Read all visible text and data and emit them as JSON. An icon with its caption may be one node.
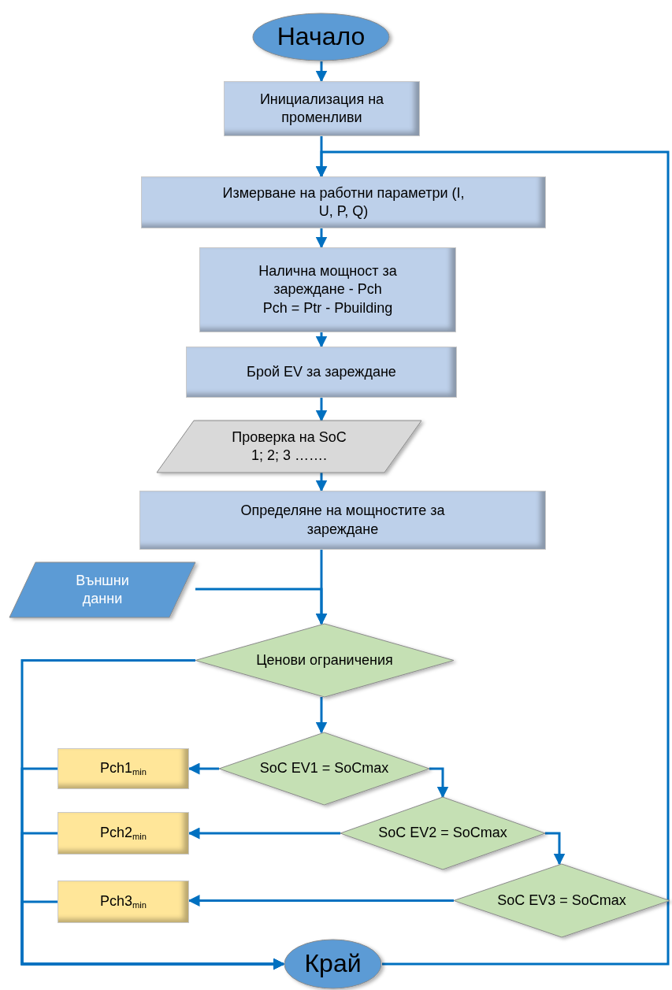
{
  "diagram": {
    "nodes": [
      {
        "text": [
          "Начало"
        ]
      },
      {
        "text": [
          "Инициализация на променливи"
        ]
      },
      {
        "text": [
          "Измерване на работни параметри (I, U, P, Q)"
        ]
      },
      {
        "text": [
          "Налична мощност за зареждане - Pch",
          "Pch = Ptr - Pbuilding"
        ]
      },
      {
        "text": [
          "Брой EV за зареждане"
        ]
      },
      {
        "text": [
          "Проверка на SoC 1; 2; 3 ……."
        ]
      },
      {
        "text": [
          "Определяне на мощностите за зареждане"
        ]
      },
      {
        "text": [
          "Външни данни"
        ]
      },
      {
        "text": [
          "Ценови ограничения"
        ]
      },
      {
        "text": [
          "SoC EV1 = SoCmax"
        ]
      },
      {
        "text": [
          "SoC EV2 = SoCmax"
        ]
      },
      {
        "text": [
          "SoC EV3 = SoCmax"
        ]
      },
      {
        "text": [
          "Pch1$_{min}$"
        ]
      },
      {
        "text": [
          "Pch2$_{min}$"
        ]
      },
      {
        "text": [
          "Pch3$_{min}$"
        ]
      },
      {
        "text": [
          "Край"
        ]
      }
    ],
    "edges": [
      {
        "from": 0,
        "to": 1,
        "arrow": "to"
      },
      {
        "from": 1,
        "to": 2,
        "arrow": "to"
      },
      {
        "from": 2,
        "to": 3,
        "arrow": "to"
      },
      {
        "from": 3,
        "to": 4,
        "arrow": "to"
      },
      {
        "from": 4,
        "to": 5,
        "arrow": "to"
      },
      {
        "from": 5,
        "to": 6,
        "arrow": "to"
      },
      {
        "from": 6,
        "to": 8,
        "arrow": "to"
      },
      {
        "from": 7,
        "to": 8,
        "arrow": "to"
      },
      {
        "from": 8,
        "to": 15,
        "arrow": "to"
      },
      {
        "from": 8,
        "to": 9,
        "arrow": "to"
      },
      {
        "from": 9,
        "to": 12,
        "arrow": "to"
      },
      {
        "from": 9,
        "to": 10,
        "arrow": "to"
      },
      {
        "from": 10,
        "to": 13,
        "arrow": "to"
      },
      {
        "from": 10,
        "to": 11,
        "arrow": "to"
      },
      {
        "from": 11,
        "to": 14,
        "arrow": "to"
      },
      {
        "from": 12,
        "to": 15,
        "arrow": "to"
      },
      {
        "from": 13,
        "to": 15,
        "arrow": "to"
      },
      {
        "from": 14,
        "to": 15,
        "arrow": "to"
      },
      {
        "from": 15,
        "to": 2,
        "arrow": "to"
      }
    ]
  }
}
